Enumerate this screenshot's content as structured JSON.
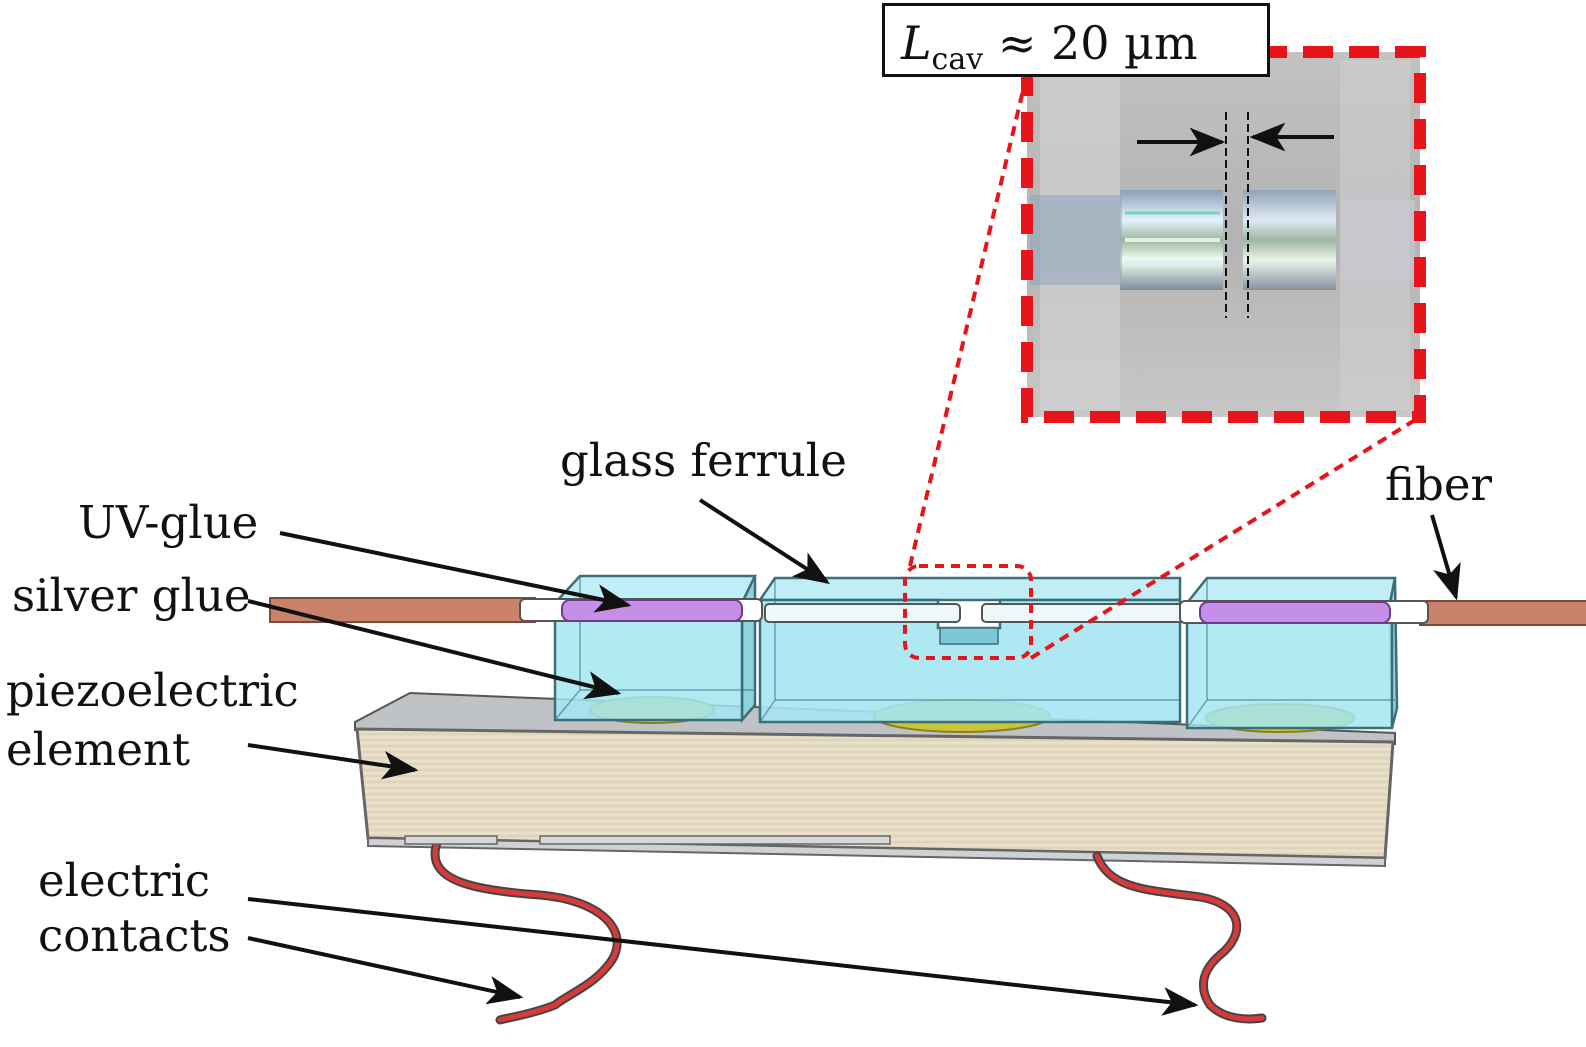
{
  "labels": {
    "glass_ferrule": "glass ferrule",
    "fiber": "fiber",
    "uv_glue": "UV-glue",
    "silver_glue": "silver glue",
    "piezo_line1": "piezoelectric",
    "piezo_line2": "element",
    "contacts_line1": "electric",
    "contacts_line2": "contacts"
  },
  "formula": {
    "symbol": "L",
    "subscript": "cav",
    "relation": "≈ 20 µm"
  },
  "colors": {
    "fiber": "#c8836a",
    "ferrule": "#a5e6f2",
    "ferrule_edge": "#3c6e78",
    "uv_glue": "#c58fe8",
    "silver_glue": "#c9c33a",
    "piezo": "#e6dcc3",
    "wire": "#d83a3a",
    "zoom_frame": "#e8141c",
    "arrow": "#111111"
  }
}
